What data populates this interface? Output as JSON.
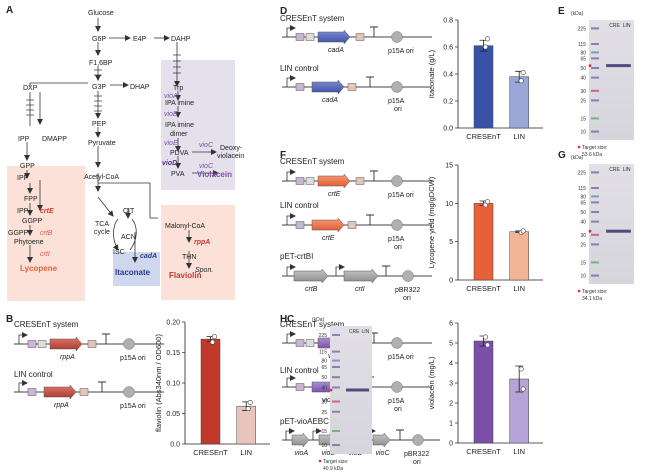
{
  "panel_letters": [
    "A",
    "B",
    "C",
    "D",
    "E",
    "F",
    "G",
    "H"
  ],
  "pathway": {
    "nodes": {
      "glucose": "Glucose",
      "g6p": "G6P",
      "e4p": "E4P",
      "dahp": "DAHP",
      "f16bp": "F1,6BP",
      "dxp": "DXP",
      "g3p": "G3P",
      "dhap": "DHAP",
      "trp": "Trp",
      "pep": "PEP",
      "ipp": "IPP",
      "dmapp": "DMAPP",
      "pyruvate": "Pyruvate",
      "gpp": "GPP",
      "ipp2": "IPP",
      "acetyl_coa": "Acetyl-CoA",
      "fpp": "FPP",
      "ipp3": "IPP",
      "ggpp": "GGPP",
      "ggpp2": "GGPP",
      "phytoene": "Phytoene",
      "cit": "CIT",
      "tca": "TCA",
      "cycle": "cycle",
      "acn": "ACN",
      "isc": "ISC",
      "ipa_imine": "IPA imine",
      "ipa_imine_dimer_1": "IPA imine",
      "ipa_imine_dimer_2": "dimer",
      "pdva": "PDVA",
      "pva": "PVA",
      "deoxy_1": "Deoxy-",
      "deoxy_2": "violacein",
      "malonyl_coa": "Malonyl-CoA",
      "thn": "THN"
    },
    "enzymes": {
      "crtE": "crtE",
      "crtB": "crtB",
      "crtI": "crtI",
      "cadA": "cadA",
      "rppA": "rppA",
      "spon": "Spon.",
      "vioA": "vioA",
      "vioB": "vioB",
      "vioE": "vioE",
      "vioC_1": "vioC",
      "vioD": "vioD",
      "vioC_2": "vioC"
    },
    "products": {
      "lycopene": "Lycopene",
      "itaconate": "Itaconate",
      "flaviolin": "Flaviolin",
      "violacein": "Violacein"
    }
  },
  "constructs": {
    "cresent_title": "CRESEnT system",
    "lin_title": "LIN control",
    "origin": "p15A ori",
    "origin_2": "p15A",
    "origin_3": "ori",
    "pbr_1": "pBR322",
    "pbr_2": "ori",
    "pet_crtbi": "pET-crtBI",
    "pet_vioaebc": "pET-vioAEBC",
    "genes": {
      "rppA": "rppA",
      "cadA": "cadA",
      "crtE": "crtE",
      "crtB": "crtB",
      "crtI": "crtI",
      "vioD": "vioD",
      "vioA": "vioA",
      "vioE": "vioE",
      "vioB": "vioB",
      "vioC": "vioC"
    }
  },
  "gels": {
    "kda_label": "(kDa)",
    "lanes": [
      "CRE",
      "LIN"
    ],
    "ladder_kda": [
      "225",
      "115",
      "80",
      "65",
      "50",
      "40",
      "30",
      "25",
      "15",
      "10"
    ],
    "target_C": [
      "Target size:",
      "40.9 kDa"
    ],
    "target_E": [
      "Target size:",
      "53.6 kDa"
    ],
    "target_G": [
      "Target size:",
      "34.1 kDa"
    ]
  },
  "chart_data": [
    {
      "panel": "B",
      "type": "bar",
      "categories": [
        "CRESEnT",
        "LIN"
      ],
      "values": [
        0.172,
        0.062
      ],
      "errors": [
        0.004,
        0.007
      ],
      "points": [
        [
          0.167,
          0.176
        ],
        [
          0.058,
          0.068
        ]
      ],
      "ylabel": "flaviolin (Abs340nm / OD600)",
      "ylim": [
        0,
        0.2
      ],
      "yticks": [
        "0.0",
        "0.05",
        "0.10",
        "0.15",
        "0.20"
      ],
      "colors": [
        "#c0392b",
        "#e8c4bd"
      ]
    },
    {
      "panel": "D",
      "type": "bar",
      "categories": [
        "CRESEnT",
        "LIN"
      ],
      "values": [
        0.61,
        0.38
      ],
      "errors": [
        0.04,
        0.04
      ],
      "points": [
        [
          0.6,
          0.66
        ],
        [
          0.35,
          0.41
        ]
      ],
      "ylabel": "Itaconate (g/L)",
      "ylim": [
        0,
        0.8
      ],
      "yticks": [
        "0.0",
        "0.2",
        "0.4",
        "0.6",
        "0.8"
      ],
      "colors": [
        "#3a52a6",
        "#9aa6d6"
      ]
    },
    {
      "panel": "F",
      "type": "bar",
      "categories": [
        "CRESEnT",
        "LIN"
      ],
      "values": [
        10.0,
        6.3
      ],
      "errors": [
        0.3,
        0.1
      ],
      "points": [
        [
          9.8,
          10.2
        ],
        [
          6.2,
          6.4
        ]
      ],
      "ylabel": "Lycopene yield (mg/gDCW)",
      "ylim": [
        0,
        15
      ],
      "yticks": [
        "0",
        "5",
        "10",
        "15"
      ],
      "colors": [
        "#e8603a",
        "#f3b596"
      ]
    },
    {
      "panel": "H",
      "type": "bar",
      "categories": [
        "CRESEnT",
        "LIN"
      ],
      "values": [
        5.1,
        3.2
      ],
      "errors": [
        0.25,
        0.65
      ],
      "points": [
        [
          5.3,
          4.9
        ],
        [
          3.7,
          2.7
        ]
      ],
      "ylabel": "violacein (mg/L)",
      "ylim": [
        0,
        6
      ],
      "yticks": [
        "0",
        "1",
        "2",
        "3",
        "4",
        "5",
        "6"
      ],
      "colors": [
        "#7b4fa8",
        "#b7a3d5"
      ]
    }
  ]
}
